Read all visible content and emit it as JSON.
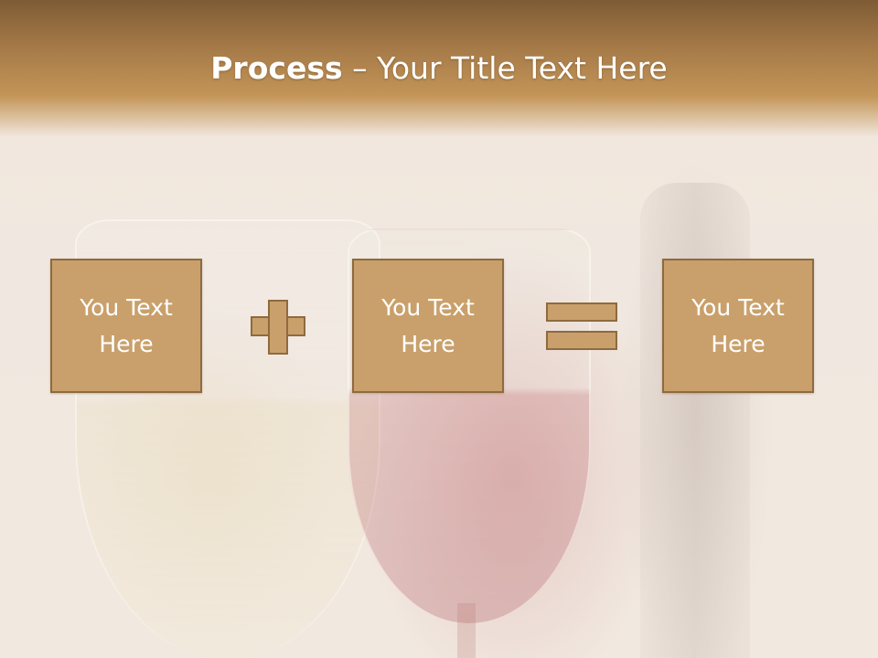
{
  "slide": {
    "title_bold": "Process",
    "title_rest": " – Your Title Text Here"
  },
  "process": {
    "box1_label": "You Text Here",
    "operator1": "plus",
    "box2_label": "You Text Here",
    "operator2": "equals",
    "box3_label": "You Text Here"
  },
  "colors": {
    "header_band": "#a67a48",
    "box_fill": "#c9a06b",
    "box_border": "#8f6a3e",
    "text": "#ffffff"
  }
}
